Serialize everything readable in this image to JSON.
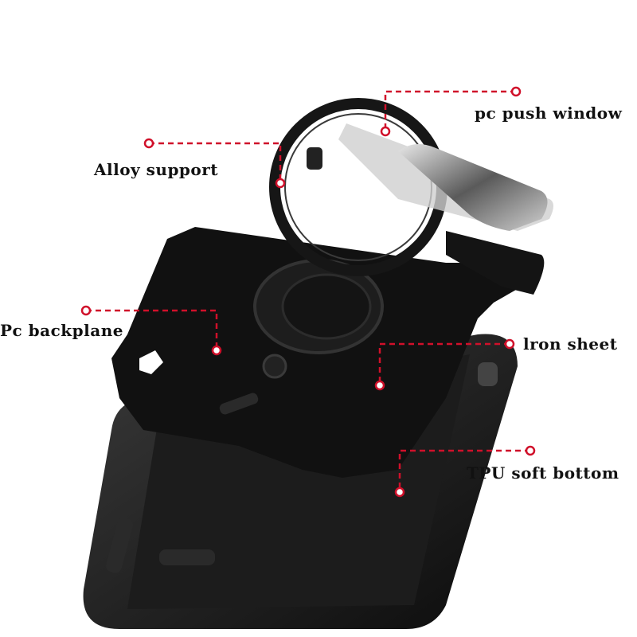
{
  "callouts": [
    {
      "id": "pc-push-window",
      "label": "pc push window"
    },
    {
      "id": "alloy-support",
      "label": "Alloy support"
    },
    {
      "id": "pc-backplane",
      "label": "Pc backplane"
    },
    {
      "id": "iron-sheet",
      "label": "lron sheet"
    },
    {
      "id": "tpu-soft-bottom",
      "label": "TPU soft bottom"
    }
  ],
  "colors": {
    "leader": "#d0102a",
    "case": "#1a1a1a",
    "window": "#9a9a9a"
  }
}
